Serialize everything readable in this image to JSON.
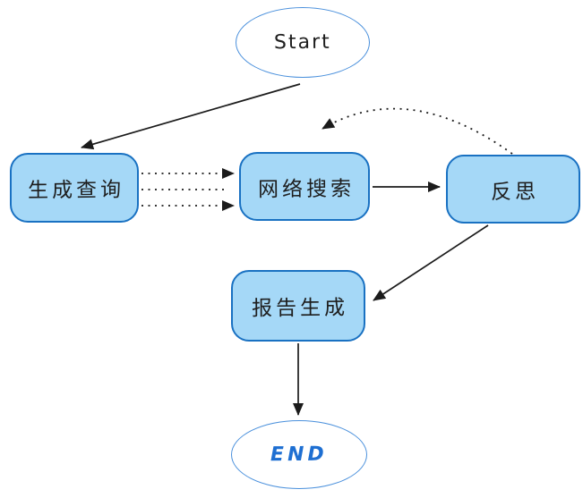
{
  "diagram": {
    "type": "flowchart",
    "colors": {
      "background": "#ffffff",
      "node_fill": "#a5d8f7",
      "node_stroke": "#1971c2",
      "ellipse_stroke": "#4a90dc",
      "arrow_color": "#1b1b1b",
      "text_color": "#1e1e1e",
      "end_text_color": "#1e6fd2"
    },
    "nodes": [
      {
        "id": "start",
        "label": "Start",
        "shape": "ellipse"
      },
      {
        "id": "generate-query",
        "label": "生成查询",
        "shape": "rounded-rect"
      },
      {
        "id": "web-search",
        "label": "网络搜索",
        "shape": "rounded-rect"
      },
      {
        "id": "reflection",
        "label": "反思",
        "shape": "rounded-rect"
      },
      {
        "id": "report-generation",
        "label": "报告生成",
        "shape": "rounded-rect"
      },
      {
        "id": "end",
        "label": "END",
        "shape": "ellipse"
      }
    ],
    "edges": [
      {
        "from": "start",
        "to": "generate-query",
        "style": "solid",
        "arrowhead": true
      },
      {
        "from": "generate-query",
        "to": "web-search",
        "style": "dotted",
        "parallel_lines": 3,
        "arrowheads_on": "top and bottom lines"
      },
      {
        "from": "web-search",
        "to": "reflection",
        "style": "solid",
        "arrowhead": true
      },
      {
        "from": "reflection",
        "to": "web-search",
        "style": "dotted-curve",
        "arrowhead": true
      },
      {
        "from": "reflection",
        "to": "report-generation",
        "style": "solid",
        "arrowhead": true
      },
      {
        "from": "report-generation",
        "to": "end",
        "style": "solid",
        "arrowhead": true
      }
    ]
  }
}
